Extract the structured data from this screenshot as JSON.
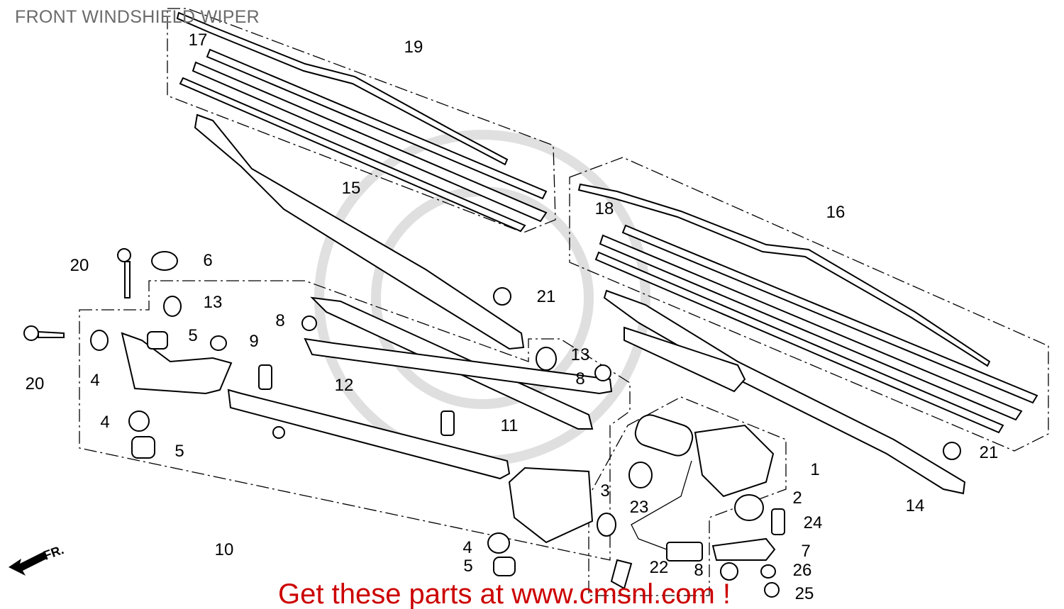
{
  "title": "FRONT WINDSHIELD WIPER",
  "footer": "Get these parts at www.cmsnl.com !",
  "colors": {
    "title": "#6b6b6b",
    "footer": "#cc0000",
    "lines": "#000000"
  },
  "callouts": [
    "19",
    "17",
    "15",
    "16",
    "18",
    "20",
    "6",
    "13",
    "21",
    "20",
    "4",
    "5",
    "9",
    "8",
    "12",
    "13",
    "8",
    "11",
    "4",
    "5",
    "10",
    "3",
    "23",
    "1",
    "2",
    "24",
    "7",
    "22",
    "26",
    "8",
    "25",
    "21",
    "14",
    "4",
    "5"
  ]
}
